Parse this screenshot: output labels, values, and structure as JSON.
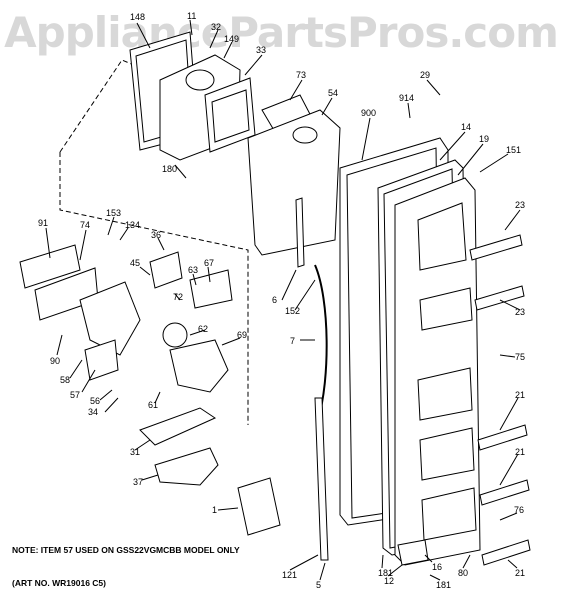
{
  "watermark": "AppliancePartsPros.com",
  "note": "NOTE: ITEM 57 USED ON GSS22VGMCBB MODEL ONLY",
  "art_no": "(ART NO. WR19016 C5)",
  "callouts": [
    "148",
    "11",
    "32",
    "149",
    "33",
    "73",
    "54",
    "914",
    "29",
    "900",
    "14",
    "19",
    "151",
    "180",
    "91",
    "153",
    "74",
    "134",
    "36",
    "45",
    "63",
    "67",
    "72",
    "90",
    "62",
    "69",
    "58",
    "57",
    "56",
    "34",
    "61",
    "31",
    "37",
    "6",
    "152",
    "7",
    "23",
    "23",
    "75",
    "21",
    "21",
    "76",
    "1",
    "121",
    "5",
    "181",
    "12",
    "16",
    "80",
    "181",
    "21"
  ]
}
